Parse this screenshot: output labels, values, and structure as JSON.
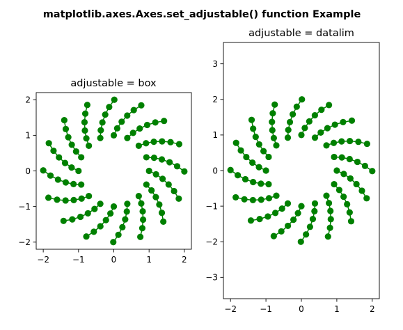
{
  "colors": {
    "marker": "#008000",
    "background": "#ffffff",
    "axes": "#000000"
  },
  "suptitle": "matplotlib.axes.Axes.set_adjustable() function Example",
  "chart_data": [
    {
      "type": "line",
      "title": "adjustable = box",
      "xlabel": "",
      "ylabel": "",
      "xlim": [
        -2.2,
        2.2
      ],
      "ylim": [
        -2.2,
        2.2
      ],
      "xticks": [
        -2,
        -1,
        0,
        1,
        2
      ],
      "yticks": [
        -2,
        -1,
        0,
        1,
        2
      ],
      "xtick_labels": [
        "−2",
        "−1",
        "0",
        "1",
        "2"
      ],
      "ytick_labels": [
        "−2",
        "−1",
        "0",
        "1",
        "2"
      ],
      "grid": false,
      "marker": "o",
      "spokes": 16,
      "radial_values": [
        1.0,
        1.2,
        1.4,
        1.6,
        1.8,
        2.0
      ],
      "angle_offset_step_rad": 0.08,
      "rotation_axis": "y"
    },
    {
      "type": "line",
      "title": "adjustable = datalim",
      "xlabel": "",
      "ylabel": "",
      "xlim": [
        -2.2,
        2.2
      ],
      "ylim": [
        -3.6,
        3.6
      ],
      "xticks": [
        -2,
        -1,
        0,
        1,
        2
      ],
      "yticks": [
        -3,
        -2,
        -1,
        0,
        1,
        2,
        3
      ],
      "xtick_labels": [
        "−2",
        "−1",
        "0",
        "1",
        "2"
      ],
      "ytick_labels": [
        "−3",
        "−2",
        "−1",
        "0",
        "1",
        "2",
        "3"
      ],
      "grid": false,
      "marker": "o",
      "spokes": 16,
      "radial_values": [
        1.0,
        1.2,
        1.4,
        1.6,
        1.8,
        2.0
      ],
      "angle_offset_step_rad": 0.08,
      "rotation_axis": "y"
    }
  ]
}
